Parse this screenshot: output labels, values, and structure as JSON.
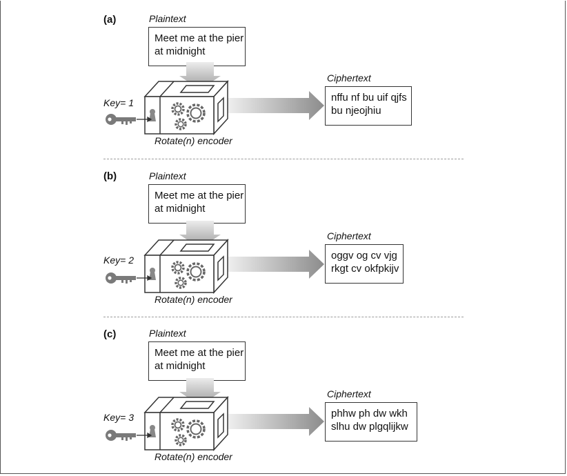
{
  "panels": [
    {
      "label": "(a)",
      "plaintext_label": "Plaintext",
      "plaintext_lines": [
        "Meet me at the pier",
        "at midnight"
      ],
      "key_label": "Key= 1",
      "encoder_label": "Rotate(n) encoder",
      "ciphertext_label": "Ciphertext",
      "ciphertext_lines": [
        "nffu nf bu uif qjfs",
        "bu njeojhiu"
      ]
    },
    {
      "label": "(b)",
      "plaintext_label": "Plaintext",
      "plaintext_lines": [
        "Meet me at the pier",
        "at midnight"
      ],
      "key_label": "Key= 2",
      "encoder_label": "Rotate(n) encoder",
      "ciphertext_label": "Ciphertext",
      "ciphertext_lines": [
        "oggv og cv vjg",
        "rkgt cv okfpkijv"
      ]
    },
    {
      "label": "(c)",
      "plaintext_label": "Plaintext",
      "plaintext_lines": [
        "Meet me at the pier",
        "at midnight"
      ],
      "key_label": "Key= 3",
      "encoder_label": "Rotate(n) encoder",
      "ciphertext_label": "Ciphertext",
      "ciphertext_lines": [
        "phhw ph dw wkh",
        "slhu dw plgqlijkw"
      ]
    }
  ],
  "icons": {
    "key": "key-icon",
    "encoder": "encoder-box-icon",
    "gears": "gears-icon",
    "lock": "keyhole-icon",
    "arrow_in": "down-arrow-icon",
    "arrow_out": "right-arrow-icon"
  },
  "colors": {
    "arrow_light": "#e8e8e8",
    "arrow_dark": "#8a8a8a",
    "line": "#333333",
    "key": "#7a7a7a"
  }
}
